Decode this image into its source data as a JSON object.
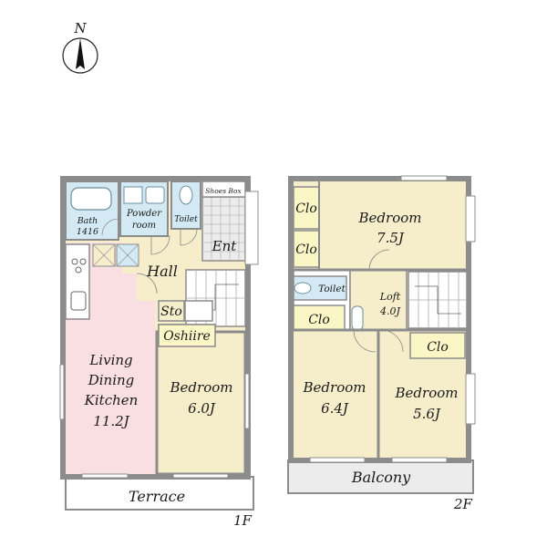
{
  "compass": {
    "north": "N"
  },
  "colors": {
    "wall": "#8c8c8c",
    "floor_beige": "#f6eecb",
    "floor_pink": "#f9dfe2",
    "floor_blue": "#d3eaf4",
    "floor_yellow": "#fbf6c6",
    "floor_gray": "#ececec",
    "floor_white": "#ffffff"
  },
  "first_floor": {
    "level": "1F",
    "bath": {
      "name": "Bath",
      "size": "1416"
    },
    "powder_room": {
      "line1": "Powder",
      "line2": "room"
    },
    "toilet": "Toilet",
    "shoes_box": "Shoes Box",
    "entrance": "Ent",
    "hall": "Hall",
    "storage": "Sto",
    "oshiire": "Oshiire",
    "ldk": {
      "line1": "Living",
      "line2": "Dining",
      "line3": "Kitchen",
      "size": "11.2J"
    },
    "bedroom": {
      "name": "Bedroom",
      "size": "6.0J"
    },
    "terrace": "Terrace"
  },
  "second_floor": {
    "level": "2F",
    "closet_label": "Clo",
    "toilet": "Toilet",
    "loft": {
      "name": "Loft",
      "size": "4.0J"
    },
    "bedroom_main": {
      "name": "Bedroom",
      "size": "7.5J"
    },
    "bedroom_left": {
      "name": "Bedroom",
      "size": "6.4J"
    },
    "bedroom_right": {
      "name": "Bedroom",
      "size": "5.6J"
    },
    "balcony": "Balcony"
  }
}
